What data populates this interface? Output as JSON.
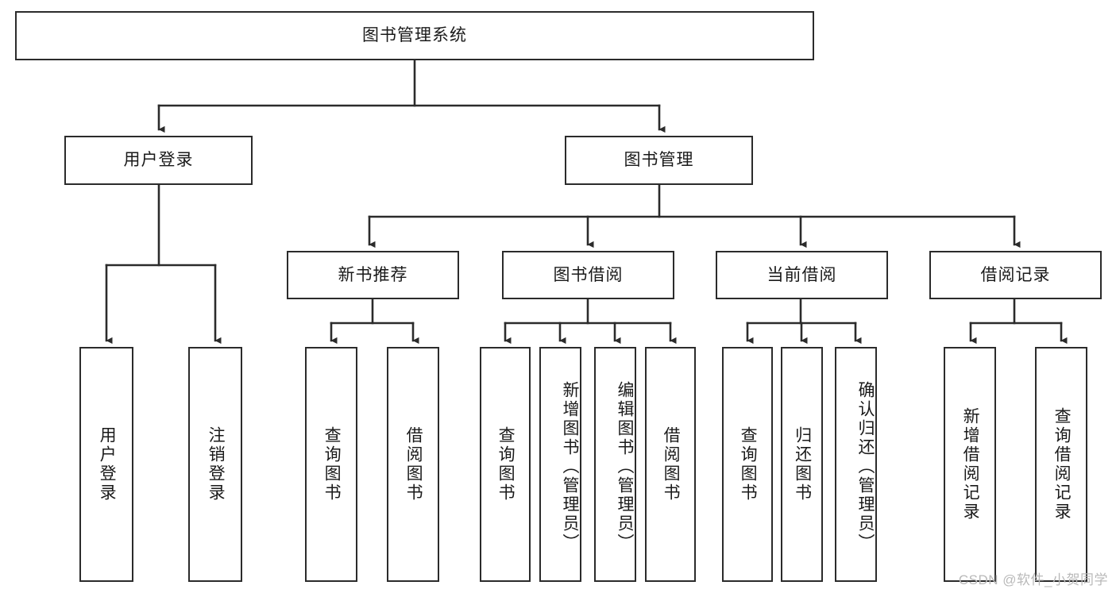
{
  "diagram": {
    "title": "图书管理系统",
    "type": "功能结构图",
    "watermark": "CSDN @软件_小贺同学",
    "colors": {
      "stroke": "#2b2b2b",
      "fill": "#ffffff",
      "text": "#1a1a1a",
      "watermark": "#b9b9b9"
    },
    "root": {
      "id": "root",
      "label": "图书管理系统",
      "orientation": "horizontal"
    },
    "level2": [
      {
        "id": "user-login",
        "label": "用户登录",
        "orientation": "horizontal"
      },
      {
        "id": "book-manage",
        "label": "图书管理",
        "orientation": "horizontal"
      }
    ],
    "level3": [
      {
        "id": "new-book-recommend",
        "label": "新书推荐",
        "orientation": "horizontal",
        "parent": "book-manage"
      },
      {
        "id": "book-borrow",
        "label": "图书借阅",
        "orientation": "horizontal",
        "parent": "book-manage"
      },
      {
        "id": "current-borrow",
        "label": "当前借阅",
        "orientation": "horizontal",
        "parent": "book-manage"
      },
      {
        "id": "borrow-record",
        "label": "借阅记录",
        "orientation": "horizontal",
        "parent": "book-manage"
      }
    ],
    "leaves": [
      {
        "id": "leaf-user-login",
        "label": "用户登录",
        "parent": "user-login"
      },
      {
        "id": "leaf-user-logout",
        "label": "注销登录",
        "parent": "user-login"
      },
      {
        "id": "leaf-query-book-1",
        "label": "查询图书",
        "parent": "new-book-recommend"
      },
      {
        "id": "leaf-borrow-book-1",
        "label": "借阅图书",
        "parent": "new-book-recommend"
      },
      {
        "id": "leaf-query-book-2",
        "label": "查询图书",
        "parent": "book-borrow"
      },
      {
        "id": "leaf-add-book",
        "label": "新增图书（管理员）",
        "parent": "book-borrow"
      },
      {
        "id": "leaf-edit-book",
        "label": "编辑图书（管理员）",
        "parent": "book-borrow"
      },
      {
        "id": "leaf-borrow-book-2",
        "label": "借阅图书",
        "parent": "book-borrow"
      },
      {
        "id": "leaf-query-book-3",
        "label": "查询图书",
        "parent": "current-borrow"
      },
      {
        "id": "leaf-return-book",
        "label": "归还图书",
        "parent": "current-borrow"
      },
      {
        "id": "leaf-confirm-return",
        "label": "确认归还（管理员）",
        "parent": "current-borrow"
      },
      {
        "id": "leaf-add-record",
        "label": "新增借阅记录",
        "parent": "borrow-record"
      },
      {
        "id": "leaf-query-record",
        "label": "查询借阅记录",
        "parent": "borrow-record"
      }
    ]
  }
}
